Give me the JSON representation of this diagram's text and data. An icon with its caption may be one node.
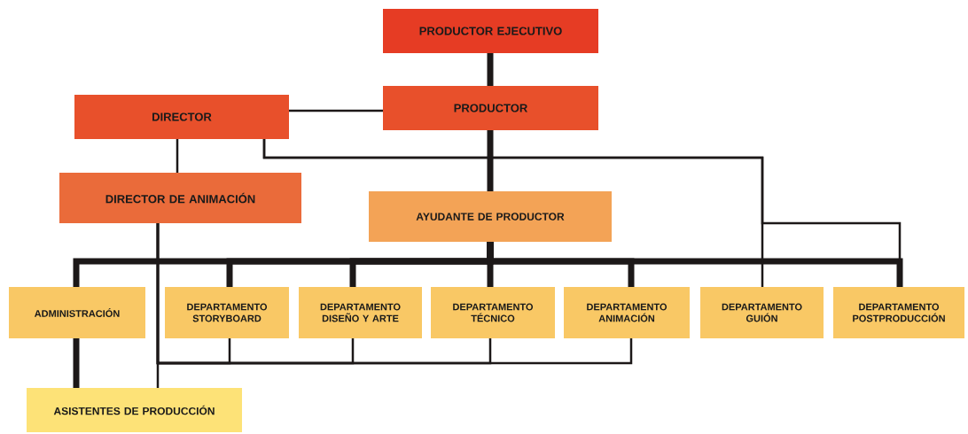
{
  "diagram": {
    "nodes": [
      {
        "text": [
          "PRODUCTOR EJECUTIVO"
        ]
      },
      {
        "text": [
          "PRODUCTOR"
        ]
      },
      {
        "text": [
          "DIRECTOR"
        ]
      },
      {
        "text": [
          "DIRECTOR DE ANIMACIÓN"
        ]
      },
      {
        "text": [
          "AYUDANTE DE PRODUCTOR"
        ]
      },
      {
        "text": [
          "ADMINISTRACIÓN"
        ]
      },
      {
        "text": [
          "DEPARTAMENTO STORYBOARD"
        ]
      },
      {
        "text": [
          "DEPARTAMENTO DISEÑO Y ARTE"
        ]
      },
      {
        "text": [
          "DEPARTAMENTO TÉCNICO"
        ]
      },
      {
        "text": [
          "DEPARTAMENTO ANIMACIÓN"
        ]
      },
      {
        "text": [
          "DEPARTAMENTO GUIÓN"
        ]
      },
      {
        "text": [
          "DEPARTAMENTO POSTPRODUCCIÓN"
        ]
      },
      {
        "text": [
          "ASISTENTES DE PRODUCCIÓN"
        ]
      }
    ],
    "edges": [
      {
        "from": 0,
        "to": 1,
        "arrow": "none",
        "style": "thick"
      },
      {
        "from": 1,
        "to": 2,
        "arrow": "none"
      },
      {
        "from": 1,
        "to": 4,
        "arrow": "none",
        "style": "thick"
      },
      {
        "from": 4,
        "to": 5,
        "arrow": "none",
        "style": "thick"
      },
      {
        "from": 4,
        "to": 6,
        "arrow": "none",
        "style": "thick"
      },
      {
        "from": 4,
        "to": 7,
        "arrow": "none",
        "style": "thick"
      },
      {
        "from": 4,
        "to": 8,
        "arrow": "none",
        "style": "thick"
      },
      {
        "from": 4,
        "to": 9,
        "arrow": "none",
        "style": "thick"
      },
      {
        "from": 4,
        "to": 11,
        "arrow": "none",
        "style": "thick"
      },
      {
        "from": 2,
        "to": 3,
        "arrow": "none"
      },
      {
        "from": 2,
        "to": 10,
        "arrow": "none"
      },
      {
        "from": 2,
        "to": 11,
        "arrow": "none"
      },
      {
        "from": 3,
        "to": 6,
        "arrow": "none"
      },
      {
        "from": 3,
        "to": 7,
        "arrow": "none"
      },
      {
        "from": 3,
        "to": 8,
        "arrow": "none"
      },
      {
        "from": 3,
        "to": 9,
        "arrow": "none"
      },
      {
        "from": 3,
        "to": 12,
        "arrow": "none"
      },
      {
        "from": 5,
        "to": 12,
        "arrow": "none",
        "style": "thick"
      }
    ]
  }
}
